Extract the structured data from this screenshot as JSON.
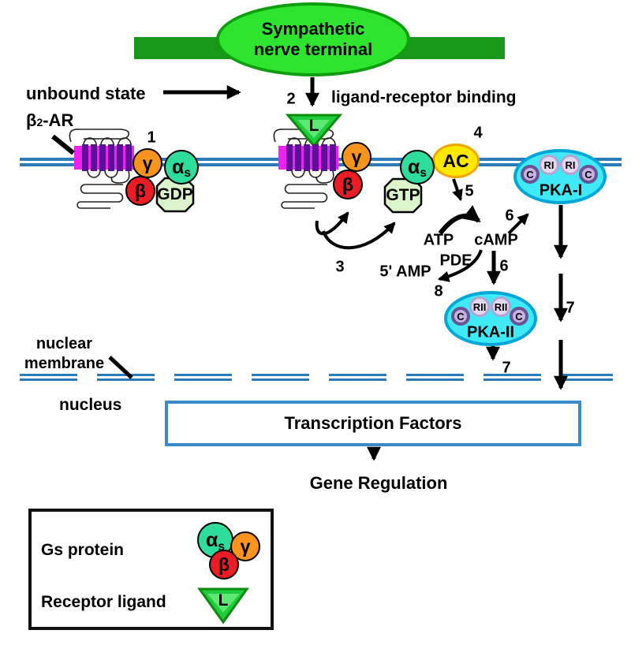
{
  "top": {
    "terminal_line1": "Sympathetic",
    "terminal_line2": "nerve terminal"
  },
  "labels": {
    "unbound_state": "unbound state",
    "receptor_beta": "β",
    "receptor_sub": "2",
    "receptor_suffix": "-AR",
    "ligand_binding": "ligand-receptor binding",
    "nuclear_line1": "nuclear",
    "nuclear_line2": "membrane",
    "nucleus": "nucleus",
    "transcription_factors": "Transcription Factors",
    "gene_regulation": "Gene Regulation"
  },
  "molecules": {
    "gamma": "γ",
    "beta": "β",
    "alpha": "α",
    "alpha_sub": "s",
    "gdp": "GDP",
    "gtp": "GTP",
    "ac": "AC",
    "ligand": "L",
    "atp": "ATP",
    "camp": "cAMP",
    "pde": "PDE",
    "five_amp": "5' AMP",
    "pka1": "PKA-I",
    "pka2": "PKA-II",
    "ri": "RI",
    "rii": "RII",
    "c": "C"
  },
  "steps": {
    "n1": "1",
    "n2": "2",
    "n3": "3",
    "n4": "4",
    "n5": "5",
    "n6": "6",
    "n7": "7",
    "n8": "8"
  },
  "legend": {
    "gs_protein": "Gs protein",
    "receptor_ligand": "Receptor ligand"
  },
  "colors": {
    "membrane_blue": "#2B7BBA",
    "nerve_bar_green": "#189818",
    "terminal_green": "#2FE42F",
    "terminal_border": "#0E9E0E",
    "receptor_magenta": "#EE22EE",
    "helix_purple": "#5E0F97",
    "gamma_orange": "#F8941E",
    "beta_red": "#EC1C24",
    "alpha_s_teal": "#2EDD9B",
    "nucleotide_pale_green": "#DCF4CA",
    "ac_yellow": "#FFE800",
    "ac_border_gold": "#F0A800",
    "pka_cyan": "#3FE9F6",
    "pka_border": "#00A6D8",
    "regulatory_lavender": "#E2D9F0",
    "catalytic_ring_purple": "#6A5394",
    "ligand_green": "#1ECC3C",
    "tf_box_border": "#3A8CC8"
  }
}
